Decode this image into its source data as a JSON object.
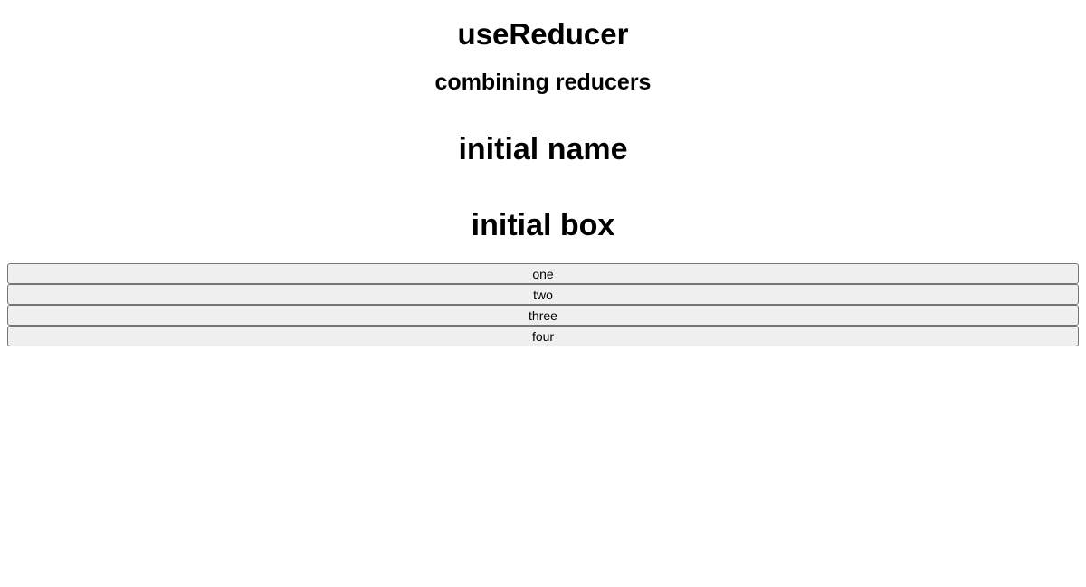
{
  "page": {
    "background": "#ffffff"
  },
  "header": {
    "title": "useReducer",
    "subtitle": "combining reducers"
  },
  "sections": {
    "name": {
      "heading": "initial name"
    },
    "box": {
      "heading": "initial box",
      "items": [
        "one",
        "two",
        "three",
        "four"
      ]
    }
  },
  "colors": {
    "text": "#000000",
    "button_background": "#efefef",
    "button_border": "#757575"
  }
}
